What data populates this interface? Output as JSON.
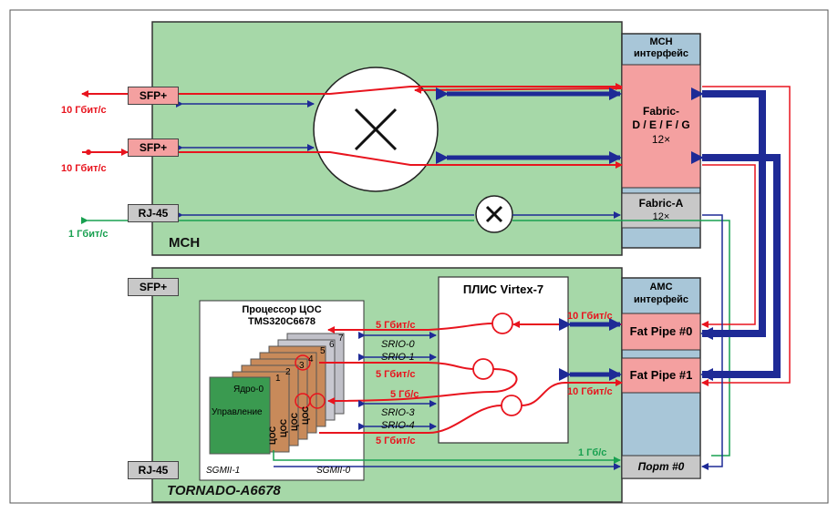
{
  "mch": {
    "title": "MCH",
    "ports": {
      "sfp1": "SFP+",
      "sfp2": "SFP+",
      "rj45": "RJ-45"
    },
    "speed_10g_1": "10 Гбит/с",
    "speed_10g_2": "10 Гбит/с",
    "speed_1g": "1 Гбит/с",
    "iface_header_1": "MCH",
    "iface_header_2": "интерфейс",
    "fabric_dg_1": "Fabric-",
    "fabric_dg_2": "D / E / F / G",
    "fabric_dg_3": "12×",
    "fabric_a_1": "Fabric-A",
    "fabric_a_2": "12×"
  },
  "tornado": {
    "title": "TORNADO-A6678",
    "ports": {
      "sfp": "SFP+",
      "rj45": "RJ-45"
    },
    "dsp_title_1": "Процессор ЦОС",
    "dsp_title_2": "TMS320C6678",
    "core_label": "Ядро-0",
    "control_label": "Управление",
    "core_numbers": [
      "1",
      "2",
      "3",
      "4",
      "5",
      "6",
      "7"
    ],
    "dsp_short": "ЦОС",
    "fpga_title": "ПЛИС Virtex-7",
    "srio_links": [
      "SRIO-0",
      "SRIO-1",
      "SRIO-3",
      "SRIO-4"
    ],
    "speed_5g_1": "5 Гбит/с",
    "speed_5g_2": "5 Гбит/с",
    "speed_5g_3": "5 Гб/с",
    "speed_5g_4": "5 Гбит/с",
    "speed_10g_1": "10 Гбит/с",
    "speed_10g_2": "10 Гбит/с",
    "speed_1g": "1 Гб/с",
    "sgmii_1": "SGMII-1",
    "sgmii_0": "SGMII-0",
    "amc_header_1": "AMC",
    "amc_header_2": "интерфейс",
    "fat_pipe_0": "Fat Pipe #0",
    "fat_pipe_1": "Fat Pipe #1",
    "port_0": "Порт #0"
  },
  "colors": {
    "board_green": "#a6d8a8",
    "iface_blue": "#a8c6d8",
    "fabric_pink": "#f4a0a0",
    "core_brown": "#c88a5a",
    "link_red": "#e8141e",
    "link_blue": "#1e2a96",
    "link_green": "#18a050"
  }
}
